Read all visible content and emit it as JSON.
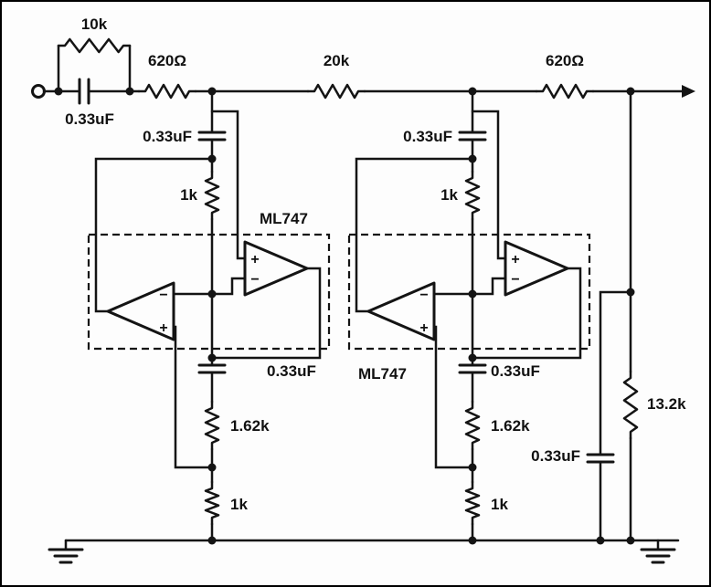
{
  "symbols": {
    "plus": "+",
    "minus": "−"
  },
  "top_rail": {
    "r_parallel": "10k",
    "c_parallel": "0.33uF",
    "r1": "620Ω",
    "r2": "20k",
    "r3": "620Ω"
  },
  "stage1": {
    "c_top": "0.33uF",
    "r_top": "1k",
    "ic": "ML747",
    "c_mid": "0.33uF",
    "r_mid": "1.62k",
    "r_bot": "1k"
  },
  "stage2": {
    "c_top": "0.33uF",
    "r_top": "1k",
    "ic": "ML747",
    "c_mid": "0.33uF",
    "r_mid": "1.62k",
    "r_bot": "1k"
  },
  "output_network": {
    "r_load": "13.2k",
    "c_load": "0.33uF"
  }
}
